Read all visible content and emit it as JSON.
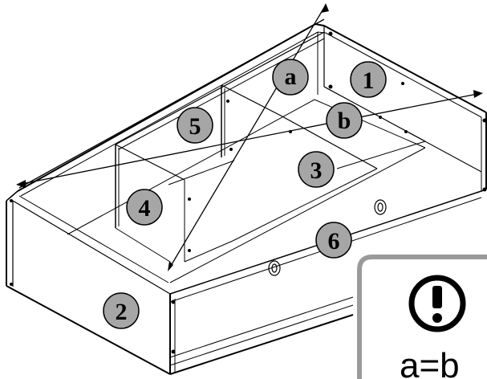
{
  "parts": [
    {
      "id": "p1",
      "label": "1"
    },
    {
      "id": "p2",
      "label": "2"
    },
    {
      "id": "p3",
      "label": "3"
    },
    {
      "id": "p4",
      "label": "4"
    },
    {
      "id": "p5",
      "label": "5"
    },
    {
      "id": "p6",
      "label": "6"
    }
  ],
  "diagonals": [
    {
      "id": "a",
      "label": "a"
    },
    {
      "id": "b",
      "label": "b"
    }
  ],
  "note": {
    "icon": "exclamation-icon",
    "text": "a=b"
  },
  "colors": {
    "badge_fill": "#a6a6a6",
    "line": "#000000",
    "note_border": "#9a9a9a"
  }
}
